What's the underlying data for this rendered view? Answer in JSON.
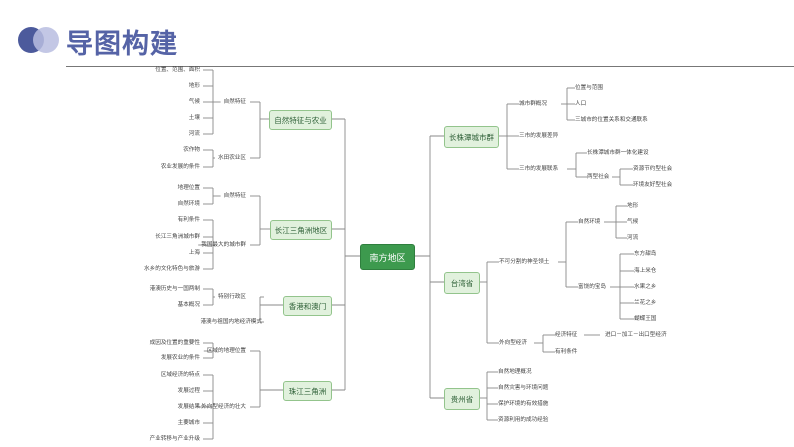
{
  "header": {
    "title": "导图构建"
  },
  "center": "南方地区",
  "left": [
    {
      "label": "自然特征与农业",
      "children": [
        {
          "label": "自然特征",
          "leaves": [
            "位置、范围、面积",
            "地形",
            "气候",
            "土壤",
            "河流"
          ]
        },
        {
          "label": "水田农业区",
          "leaves": [
            "农作物",
            "农业发展的条件"
          ]
        }
      ]
    },
    {
      "label": "长江三角洲地区",
      "children": [
        {
          "label": "自然特征",
          "leaves": [
            "地理位置",
            "自然环境"
          ]
        },
        {
          "label": "我国最大的城市群",
          "leaves": [
            "有利条件",
            "长江三角洲城市群",
            "上海",
            "水乡的文化特色与旅游"
          ]
        }
      ]
    },
    {
      "label": "香港和澳门",
      "children": [
        {
          "label": "特别行政区",
          "leaves": [
            "港澳历史与一国两制",
            "基本概况"
          ]
        },
        {
          "label": "港澳与祖国内地经济模式",
          "leaves": []
        }
      ]
    },
    {
      "label": "珠江三角洲",
      "children": [
        {
          "label": "区域的地理位置",
          "leaves": [
            "成因及位置的重要性",
            "发展农业的条件"
          ]
        },
        {
          "label": "外向型经济的壮大",
          "leaves": [
            "区域经济的特点",
            "发展过程",
            "发展结果",
            "主要城市",
            "产业转移与产业升级"
          ]
        }
      ]
    }
  ],
  "right": [
    {
      "label": "长株潭城市群",
      "children": [
        {
          "label": "城市群概况",
          "children": [
            {
              "label": "位置与范围"
            },
            {
              "label": "人口"
            },
            {
              "label": "三城市的位置关系和交通联系"
            }
          ]
        },
        {
          "label": "三市的发展差异",
          "children": []
        },
        {
          "label": "三市的发展联系",
          "children": [
            {
              "label": "长株潭城市群一体化建设"
            },
            {
              "label": "两型社会",
              "children": [
                {
                  "label": "资源节约型社会"
                },
                {
                  "label": "环境友好型社会"
                }
              ]
            }
          ]
        }
      ]
    },
    {
      "label": "台湾省",
      "children": [
        {
          "label": "不可分割的神圣领土",
          "children": [
            {
              "label": "自然环境",
              "children": [
                {
                  "label": "地形"
                },
                {
                  "label": "气候"
                },
                {
                  "label": "河流"
                }
              ]
            },
            {
              "label": "富饶的宝岛",
              "children": [
                {
                  "label": "东方甜岛"
                },
                {
                  "label": "海上米仓"
                },
                {
                  "label": "水果之乡"
                },
                {
                  "label": "兰花之乡"
                },
                {
                  "label": "蝴蝶王国"
                }
              ]
            }
          ]
        },
        {
          "label": "外向型经济",
          "children": [
            {
              "label": "经济特征",
              "children": [
                {
                  "label": "进口－加工－出口型经济"
                }
              ]
            },
            {
              "label": "有利条件"
            }
          ]
        }
      ]
    },
    {
      "label": "贵州省",
      "children": [
        {
          "label": "自然地理概况"
        },
        {
          "label": "自然灾害与环境问题"
        },
        {
          "label": "保护环境的有效措施"
        },
        {
          "label": "资源利用的成功经验"
        }
      ]
    }
  ]
}
